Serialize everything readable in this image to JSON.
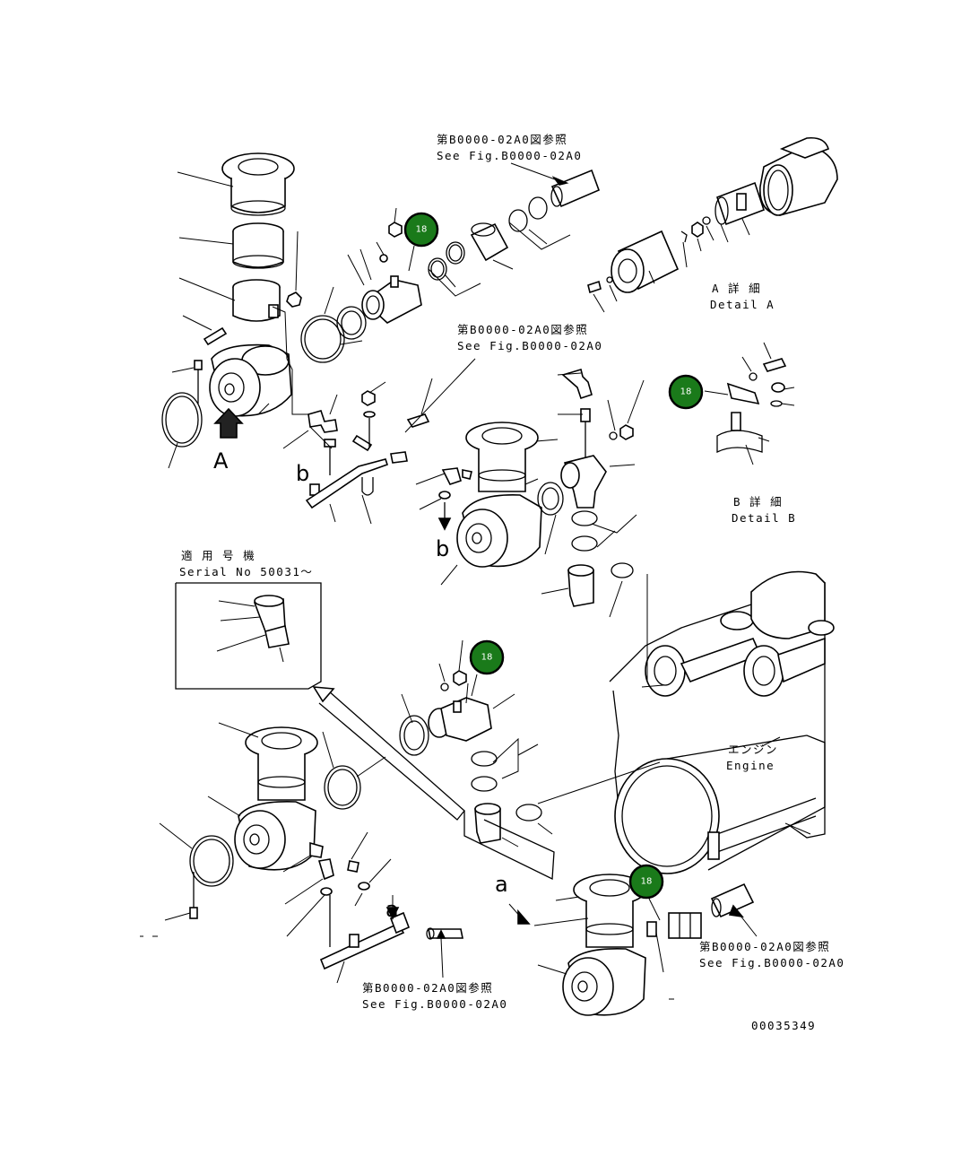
{
  "references": {
    "top_center": {
      "jp": "第B0000-02A0図参照",
      "en": "See Fig.B0000-02A0"
    },
    "mid_center": {
      "jp": "第B0000-02A0図参照",
      "en": "See Fig.B0000-02A0"
    },
    "bottom_right": {
      "jp": "第B0000-02A0図参照",
      "en": "See Fig.B0000-02A0"
    },
    "bottom_center": {
      "jp": "第B0000-02A0図参照",
      "en": "See Fig.B0000-02A0"
    }
  },
  "details": {
    "a": {
      "jp": "A 詳 細",
      "en": "Detail A"
    },
    "b": {
      "jp": "B 詳 細",
      "en": "Detail B"
    }
  },
  "serial": {
    "jp": "適 用 号 機",
    "en": "Serial No 50031～"
  },
  "engine": {
    "jp": "エンジン",
    "en": "Engine"
  },
  "view_letters": {
    "A": "A",
    "b1": "b",
    "b2": "b",
    "a1": "a",
    "a2": "a"
  },
  "badges": [
    "18",
    "18",
    "18",
    "18"
  ],
  "figure_number": "00035349",
  "colors": {
    "badge_fill": "#1a7a1a",
    "line": "#000000",
    "background": "#ffffff"
  }
}
